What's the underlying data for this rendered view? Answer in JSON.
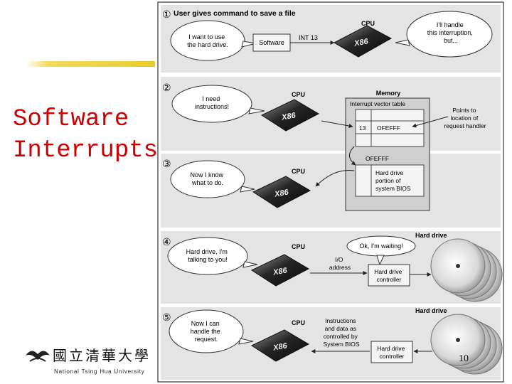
{
  "slide": {
    "title_line1": "Software",
    "title_line2": "Interrupts",
    "page_number": "10"
  },
  "logo": {
    "chinese": "國立清華大學",
    "english": "National Tsing Hua University"
  },
  "diagram": {
    "panels": [
      {
        "num": "①",
        "heading": "User gives command to save a file"
      },
      {
        "num": "②"
      },
      {
        "num": "③"
      },
      {
        "num": "④"
      },
      {
        "num": "⑤"
      }
    ],
    "cpu_label": "CPU",
    "chip_label": "X86",
    "p1": {
      "bubble_user": [
        "I want to use",
        "the hard drive."
      ],
      "software_box": "Software",
      "int_label": "INT 13",
      "bubble_cpu": [
        "I'll handle",
        "this interruption,",
        "but..."
      ]
    },
    "p2": {
      "bubble": [
        "I need",
        "instructions!"
      ],
      "memory_title": "Memory",
      "ivt_title": "Interrupt vector table",
      "ivt_index": "13",
      "ivt_address": "OFEFFF",
      "pointer_note": [
        "Points to",
        "location of",
        "request handler"
      ]
    },
    "p3": {
      "bubble": [
        "Now I know",
        "what to do."
      ],
      "address_label": "OFEFFF",
      "bios_box": [
        "Hard drive",
        "portion of",
        "system BIOS"
      ]
    },
    "p4": {
      "bubble_cpu": [
        "Hard drive, I'm",
        "talking to you!"
      ],
      "bubble_controller": "Ok, I'm waiting!",
      "hard_drive_label": "Hard drive",
      "io_label": [
        "I/O",
        "address"
      ],
      "controller_box": [
        "Hard drive",
        "controller"
      ]
    },
    "p5": {
      "bubble": [
        "Now I can",
        "handle the",
        "request."
      ],
      "hard_drive_label": "Hard drive",
      "instructions_note": [
        "Instructions",
        "and data as",
        "controlled by",
        "System BIOS"
      ],
      "controller_box": [
        "Hard drive",
        "controller"
      ]
    }
  }
}
